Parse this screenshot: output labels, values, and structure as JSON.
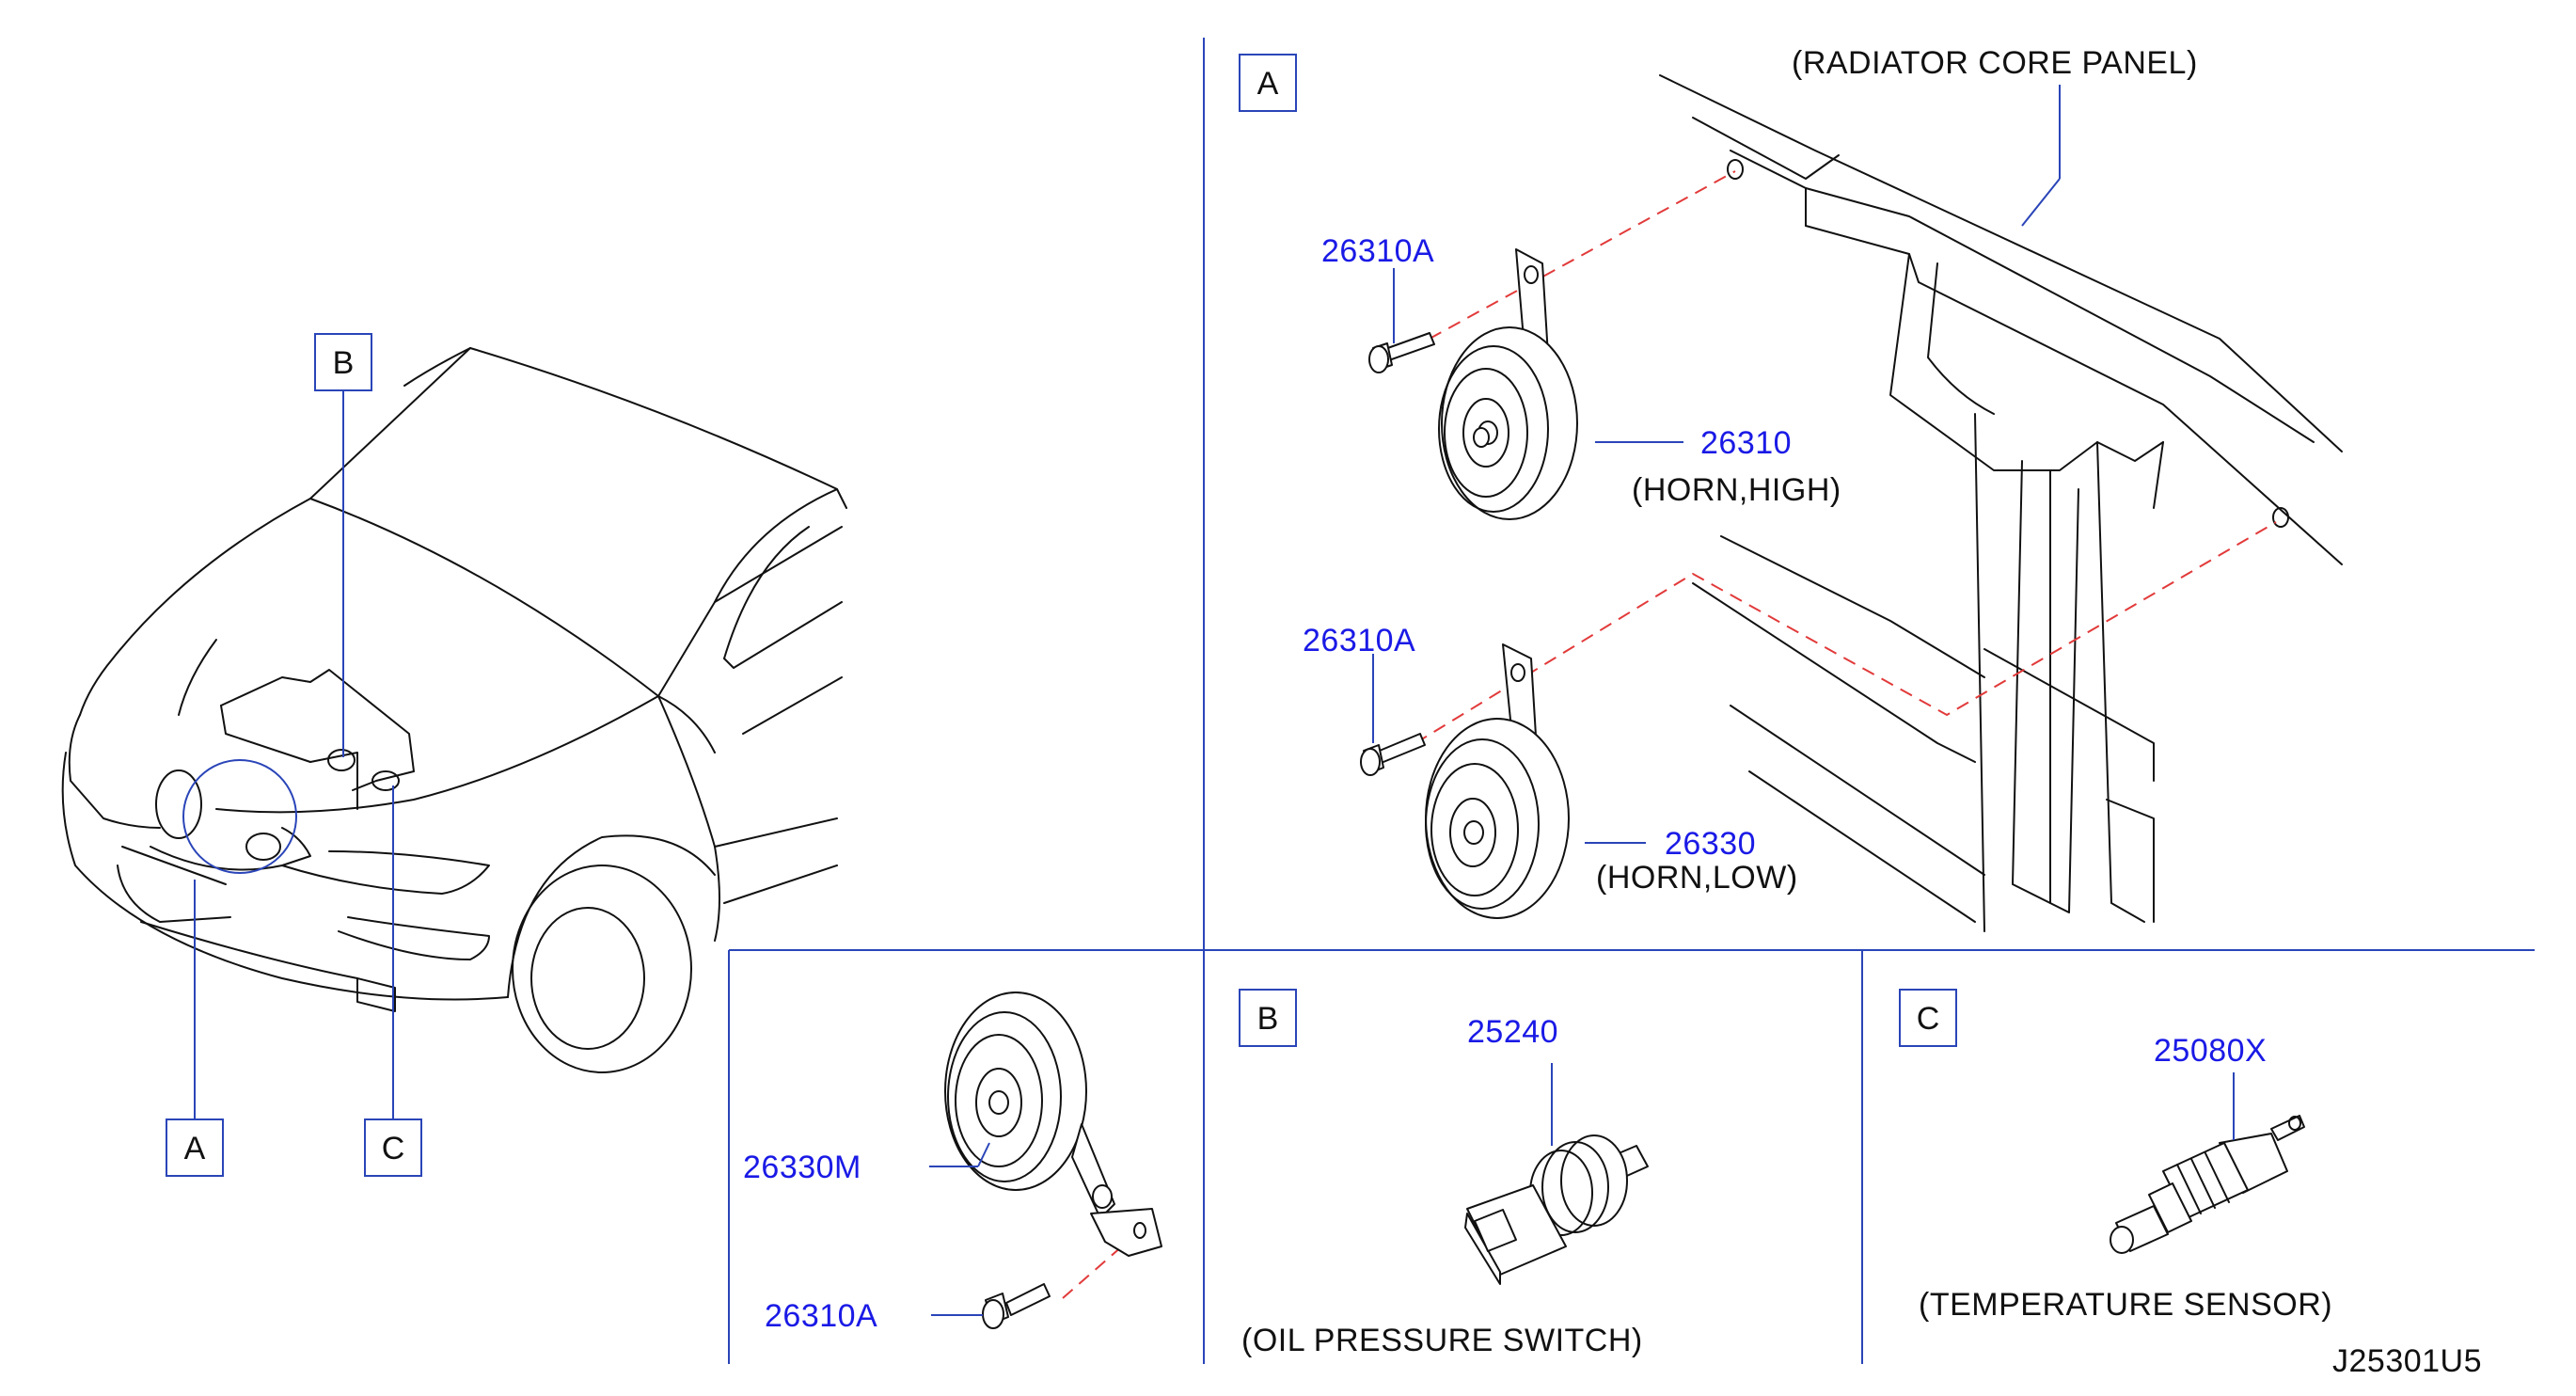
{
  "callouts": {
    "box_a": "A",
    "box_b": "B",
    "box_c": "C"
  },
  "section_a": {
    "panel_label": "(RADIATOR  CORE  PANEL)",
    "bolt_upper": "26310A",
    "horn_high_part": "26310",
    "horn_high_desc": "(HORN,HIGH)",
    "bolt_lower": "26310A",
    "horn_low_part": "26330",
    "horn_low_desc": "(HORN,LOW)"
  },
  "section_bottom_left": {
    "horn_part": "26330M",
    "bolt_part": "26310A"
  },
  "section_b": {
    "part": "25240",
    "desc": "(OIL  PRESSURE  SWITCH)"
  },
  "section_c": {
    "part": "25080X",
    "desc": "(TEMPERATURE  SENSOR)"
  },
  "diagram_id": "J25301U5",
  "colors": {
    "part_number": "#1a1ae6",
    "leader_line": "#2a45b8",
    "dashed_guide": "#e23a3a",
    "ink": "#111111"
  }
}
